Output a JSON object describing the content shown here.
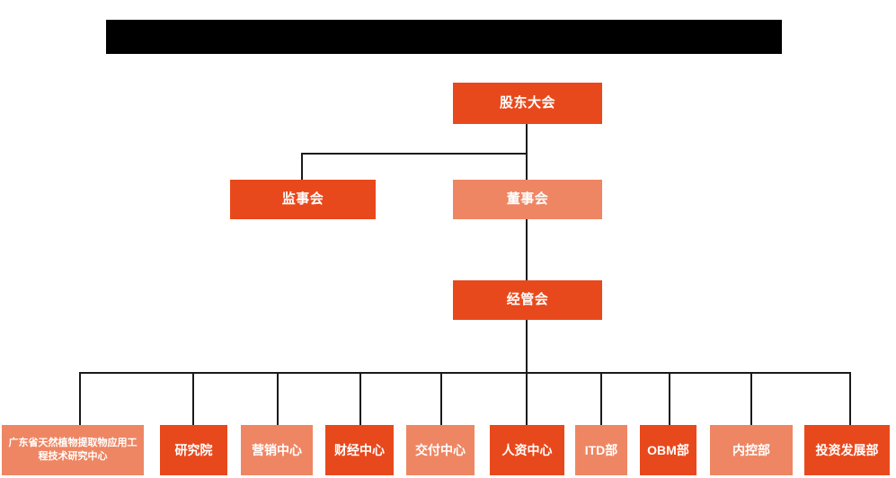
{
  "chart": {
    "type": "org-chart",
    "title_bar": {
      "label": "",
      "redacted": true,
      "color": "#000000"
    },
    "colors": {
      "dark_orange": "#E8491C",
      "light_orange": "#EE8663",
      "connector": "#1a1a1a",
      "background": "#ffffff",
      "text": "#ffffff"
    },
    "levels": [
      {
        "level": 1,
        "nodes": [
          {
            "id": "shareholders",
            "label": "股东大会",
            "shade": "dark"
          }
        ]
      },
      {
        "level": 2,
        "nodes": [
          {
            "id": "supervisors",
            "label": "监事会",
            "shade": "dark"
          },
          {
            "id": "directors",
            "label": "董事会",
            "shade": "light"
          }
        ]
      },
      {
        "level": 3,
        "nodes": [
          {
            "id": "management",
            "label": "经管会",
            "shade": "dark"
          }
        ]
      },
      {
        "level": 4,
        "nodes": [
          {
            "id": "research-center",
            "label": "广东省天然植物提取物应用工程技术研究中心",
            "shade": "light"
          },
          {
            "id": "research-institute",
            "label": "研究院",
            "shade": "dark"
          },
          {
            "id": "marketing-center",
            "label": "营销中心",
            "shade": "light"
          },
          {
            "id": "finance-center",
            "label": "财经中心",
            "shade": "dark"
          },
          {
            "id": "delivery-center",
            "label": "交付中心",
            "shade": "light"
          },
          {
            "id": "hr-center",
            "label": "人资中心",
            "shade": "dark"
          },
          {
            "id": "itd-dept",
            "label": "ITD部",
            "shade": "light"
          },
          {
            "id": "obm-dept",
            "label": "OBM部",
            "shade": "dark"
          },
          {
            "id": "internal-control-dept",
            "label": "内控部",
            "shade": "light"
          },
          {
            "id": "investment-dev-dept",
            "label": "投资发展部",
            "shade": "dark"
          }
        ]
      }
    ]
  }
}
